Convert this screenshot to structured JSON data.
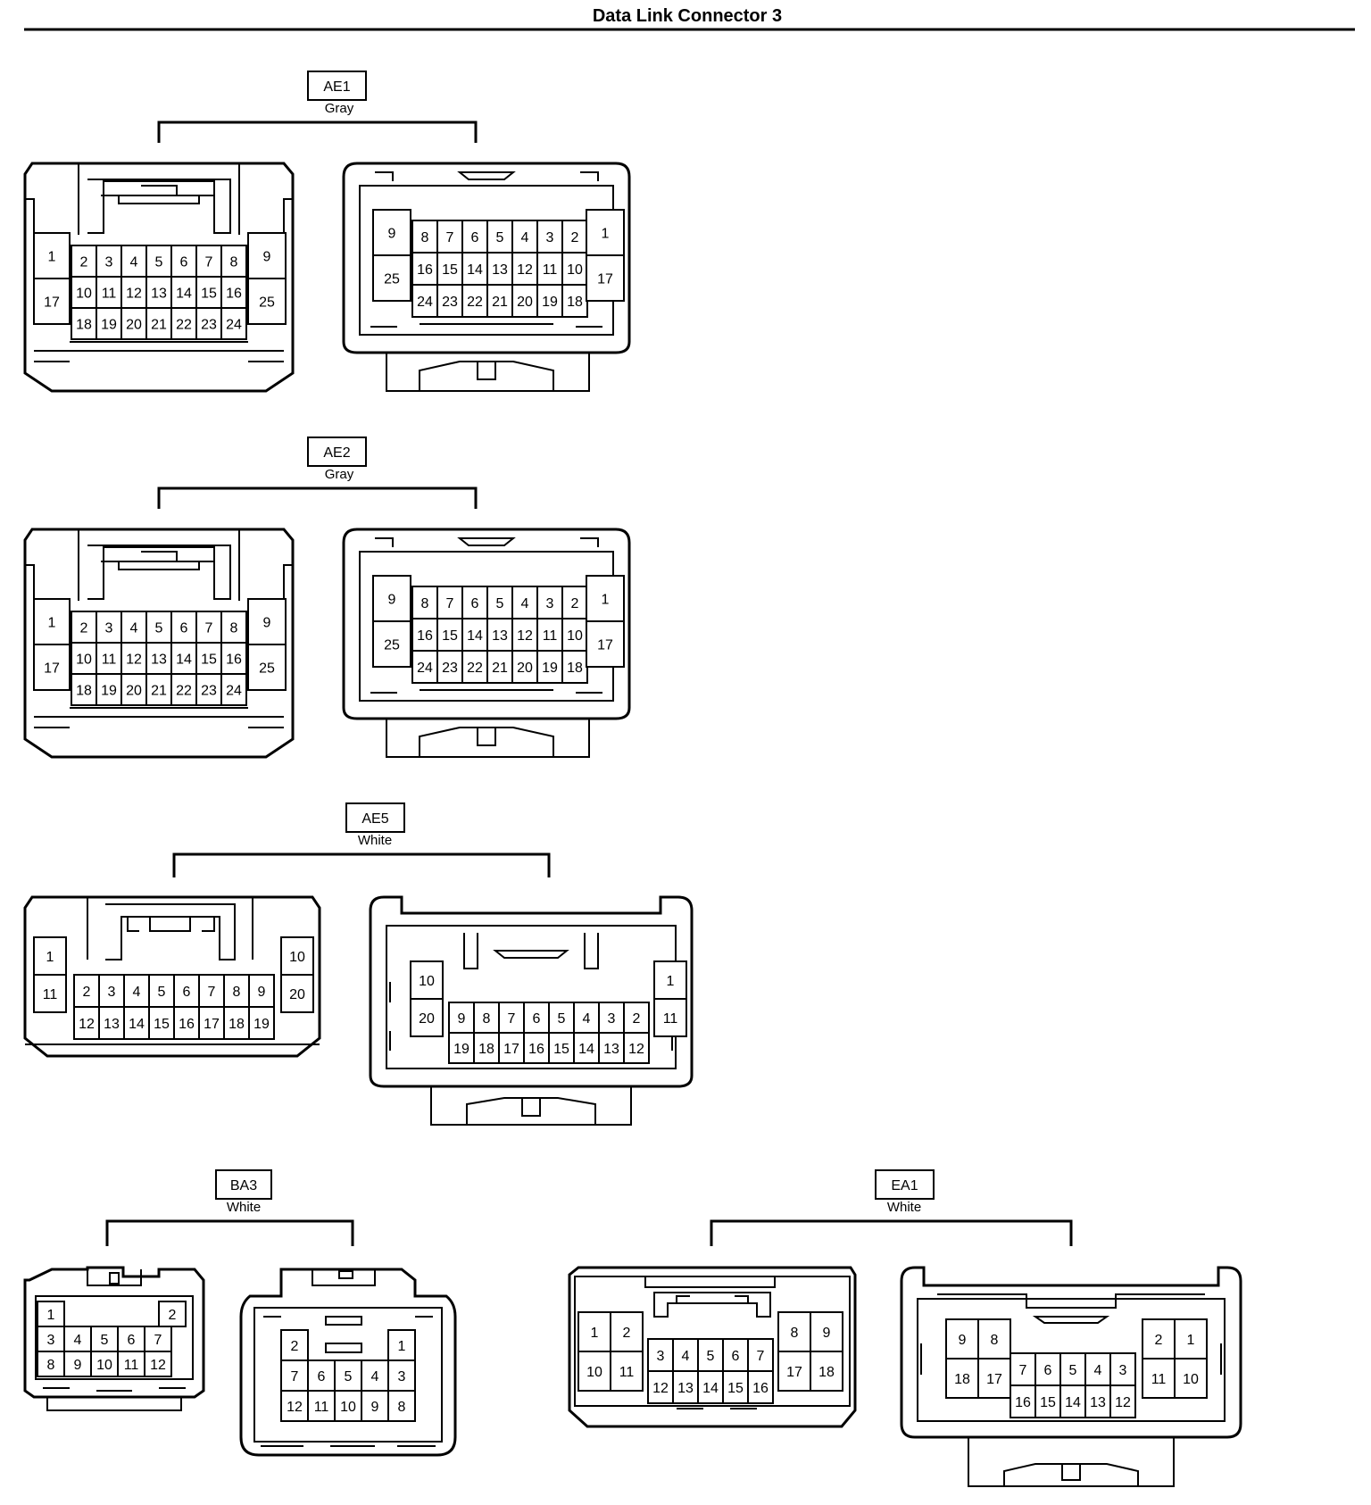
{
  "title": "Data Link Connector 3",
  "connectors": [
    {
      "code": "AE1",
      "color": "Gray",
      "left": {
        "pins": [
          "1",
          "17",
          "2",
          "3",
          "4",
          "5",
          "6",
          "7",
          "8",
          "10",
          "11",
          "12",
          "13",
          "14",
          "15",
          "16",
          "18",
          "19",
          "20",
          "21",
          "22",
          "23",
          "24",
          "9",
          "25"
        ]
      },
      "right": {
        "pins": [
          "9",
          "25",
          "8",
          "7",
          "6",
          "5",
          "4",
          "3",
          "2",
          "16",
          "15",
          "14",
          "13",
          "12",
          "11",
          "10",
          "24",
          "23",
          "22",
          "21",
          "20",
          "19",
          "18",
          "1",
          "17"
        ]
      }
    },
    {
      "code": "AE2",
      "color": "Gray",
      "left": {
        "pins": [
          "1",
          "17",
          "2",
          "3",
          "4",
          "5",
          "6",
          "7",
          "8",
          "10",
          "11",
          "12",
          "13",
          "14",
          "15",
          "16",
          "18",
          "19",
          "20",
          "21",
          "22",
          "23",
          "24",
          "9",
          "25"
        ]
      },
      "right": {
        "pins": [
          "9",
          "25",
          "8",
          "7",
          "6",
          "5",
          "4",
          "3",
          "2",
          "16",
          "15",
          "14",
          "13",
          "12",
          "11",
          "10",
          "24",
          "23",
          "22",
          "21",
          "20",
          "19",
          "18",
          "1",
          "17"
        ]
      }
    },
    {
      "code": "AE5",
      "color": "White",
      "left": {
        "pins": [
          "1",
          "11",
          "2",
          "3",
          "4",
          "5",
          "6",
          "7",
          "8",
          "9",
          "12",
          "13",
          "14",
          "15",
          "16",
          "17",
          "18",
          "19",
          "10",
          "20"
        ]
      },
      "right": {
        "pins": [
          "10",
          "20",
          "9",
          "8",
          "7",
          "6",
          "5",
          "4",
          "3",
          "2",
          "19",
          "18",
          "17",
          "16",
          "15",
          "14",
          "13",
          "12",
          "1",
          "11"
        ]
      }
    },
    {
      "code": "BA3",
      "color": "White",
      "left": {
        "pins": [
          "1",
          "2",
          "3",
          "4",
          "5",
          "6",
          "7",
          "8",
          "9",
          "10",
          "11",
          "12"
        ]
      },
      "right": {
        "pins": [
          "2",
          "1",
          "7",
          "6",
          "5",
          "4",
          "3",
          "12",
          "11",
          "10",
          "9",
          "8"
        ]
      }
    },
    {
      "code": "EA1",
      "color": "White",
      "left": {
        "pins": [
          "1",
          "2",
          "10",
          "11",
          "3",
          "4",
          "5",
          "6",
          "7",
          "12",
          "13",
          "14",
          "15",
          "16",
          "8",
          "9",
          "17",
          "18"
        ]
      },
      "right": {
        "pins": [
          "9",
          "8",
          "18",
          "17",
          "7",
          "6",
          "5",
          "4",
          "3",
          "16",
          "15",
          "14",
          "13",
          "12",
          "2",
          "1",
          "11",
          "10"
        ]
      }
    }
  ]
}
